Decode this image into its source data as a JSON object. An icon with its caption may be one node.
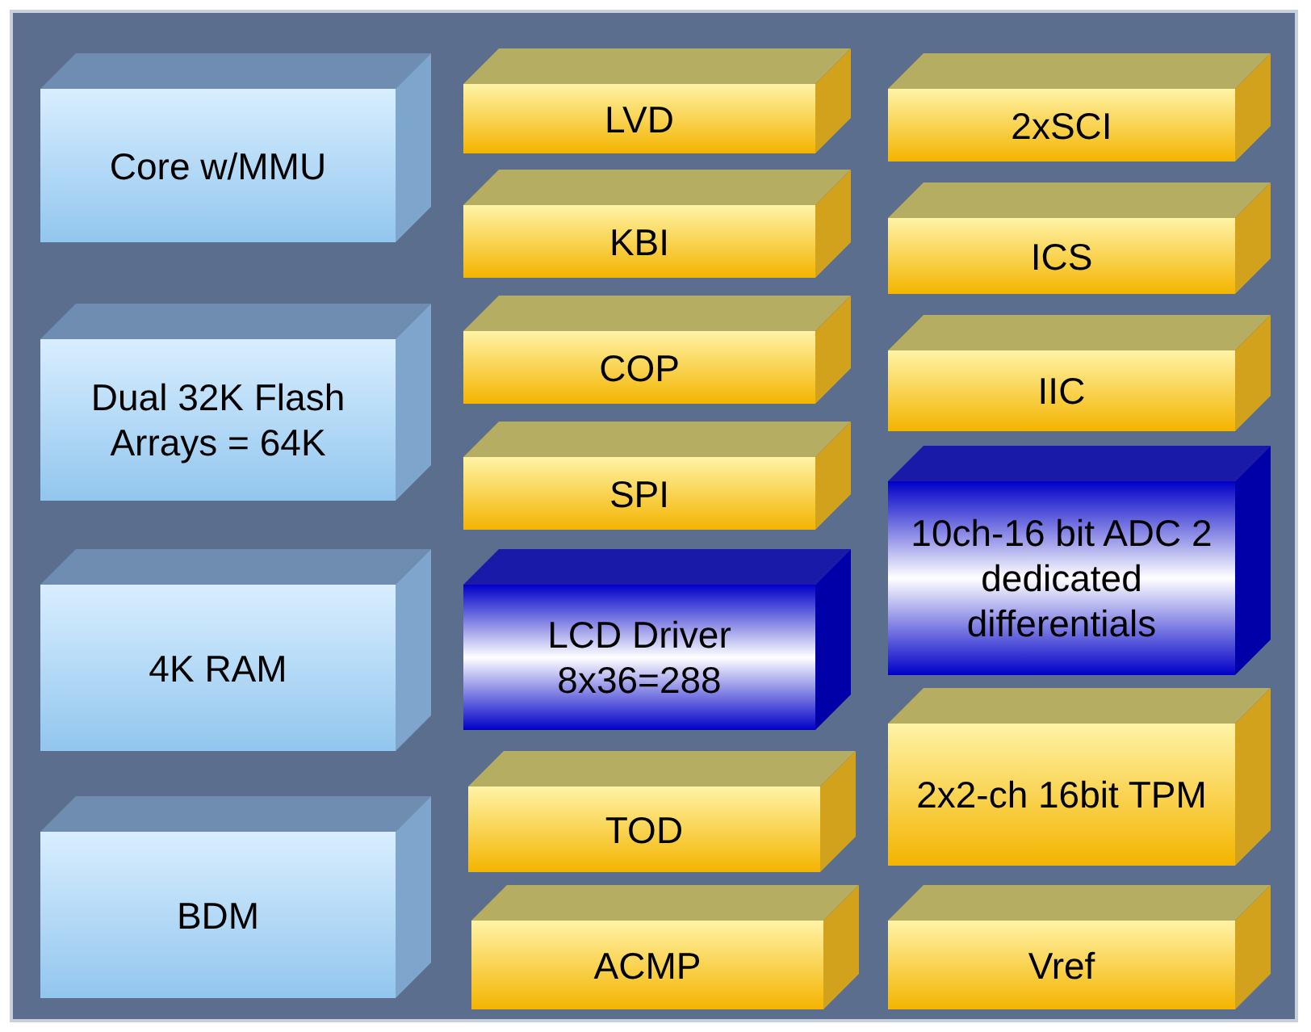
{
  "diagram": {
    "nodes": [
      {
        "text": [
          "Core w/MMU"
        ]
      },
      {
        "text": [
          "Dual 32K Flash Arrays = 64K"
        ]
      },
      {
        "text": [
          "4K RAM"
        ]
      },
      {
        "text": [
          "BDM"
        ]
      },
      {
        "text": [
          "LVD"
        ]
      },
      {
        "text": [
          "KBI"
        ]
      },
      {
        "text": [
          "COP"
        ]
      },
      {
        "text": [
          "SPI"
        ]
      },
      {
        "text": [
          "LCD Driver 8x36=288"
        ]
      },
      {
        "text": [
          "TOD"
        ]
      },
      {
        "text": [
          "ACMP"
        ]
      },
      {
        "text": [
          "2xSCI"
        ]
      },
      {
        "text": [
          "ICS"
        ]
      },
      {
        "text": [
          "IIC"
        ]
      },
      {
        "text": [
          "10ch-16 bit ADC 2 dedicated differentials"
        ]
      },
      {
        "text": [
          "2x2-ch 16bit TPM"
        ]
      },
      {
        "text": [
          "Vref"
        ]
      }
    ]
  }
}
